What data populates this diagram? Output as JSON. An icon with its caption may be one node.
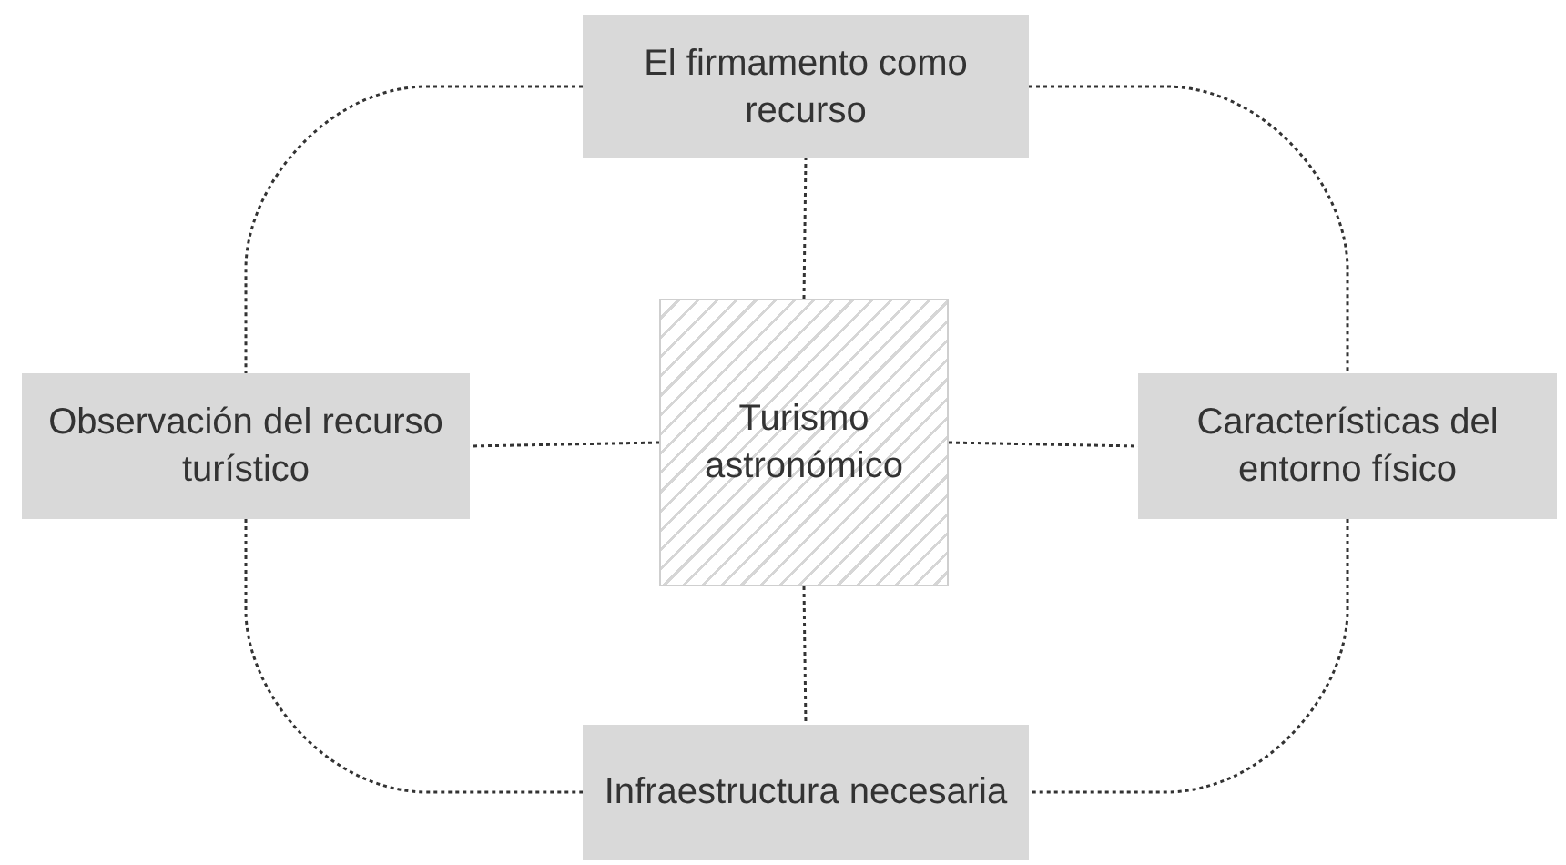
{
  "diagram": {
    "nodes": [
      {
        "text": [
          "El firmamento como recurso"
        ]
      },
      {
        "text": [
          "Observación del recurso turístico"
        ]
      },
      {
        "text": [
          "Turismo astronómico"
        ]
      },
      {
        "text": [
          "Características del entorno físico"
        ]
      },
      {
        "text": [
          "Infraestructura necesaria"
        ]
      }
    ],
    "edges": [
      {
        "from": 2,
        "to": 0,
        "arrow": "none",
        "style": "dashed"
      },
      {
        "from": 2,
        "to": 1,
        "arrow": "none",
        "style": "dashed"
      },
      {
        "from": 2,
        "to": 3,
        "arrow": "none",
        "style": "dashed"
      },
      {
        "from": 2,
        "to": 4,
        "arrow": "none",
        "style": "dashed"
      },
      {
        "from": 0,
        "to": 1,
        "arrow": "none",
        "style": "dashed"
      },
      {
        "from": 0,
        "to": 3,
        "arrow": "none",
        "style": "dashed"
      },
      {
        "from": 1,
        "to": 4,
        "arrow": "none",
        "style": "dashed"
      },
      {
        "from": 3,
        "to": 4,
        "arrow": "none",
        "style": "dashed"
      }
    ]
  }
}
